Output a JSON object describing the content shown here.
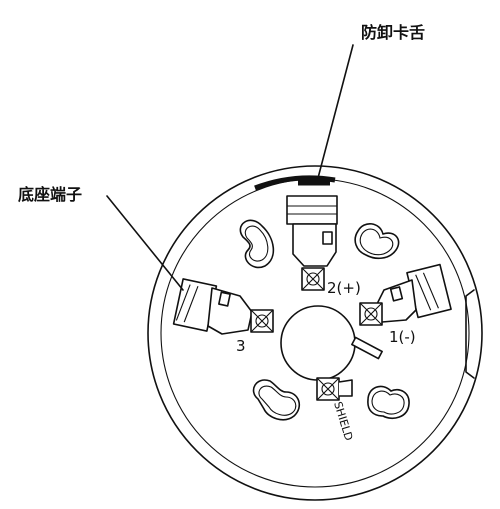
{
  "labels": {
    "anti_removal_clip": "防卸卡舌",
    "base_terminal": "底座端子"
  },
  "terminals": {
    "positive": "2(+)",
    "negative": "1(-)",
    "third": "3",
    "shield": "SHIELD"
  },
  "colors": {
    "line": "#111111",
    "background": "#ffffff"
  }
}
